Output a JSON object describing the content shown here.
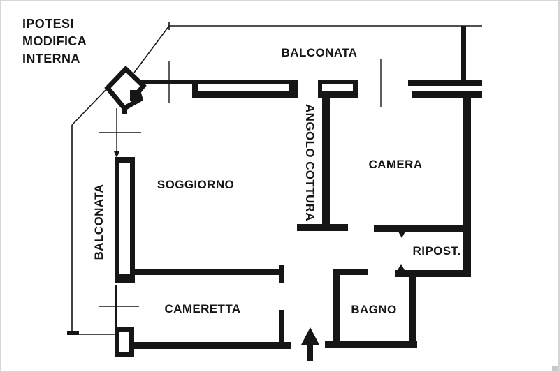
{
  "drawing": {
    "title_note": {
      "line1": "IPOTESI",
      "line2": "MODIFICA",
      "line3": "INTERNA"
    },
    "rooms": {
      "balconata_top": {
        "label": "BALCONATA"
      },
      "balconata_left": {
        "label": "BALCONATA"
      },
      "soggiorno": {
        "label": "SOGGIORNO"
      },
      "angolo_cottura": {
        "label": "ANGOLO COTTURA"
      },
      "camera": {
        "label": "CAMERA"
      },
      "cameretta": {
        "label": "CAMERETTA"
      },
      "bagno": {
        "label": "BAGNO"
      },
      "ripostiglio": {
        "label": "RIPOST."
      }
    },
    "symbols": {
      "entrance_arrow": "arrow-up"
    },
    "colors": {
      "ink": "#161616",
      "background": "#ffffff"
    }
  }
}
